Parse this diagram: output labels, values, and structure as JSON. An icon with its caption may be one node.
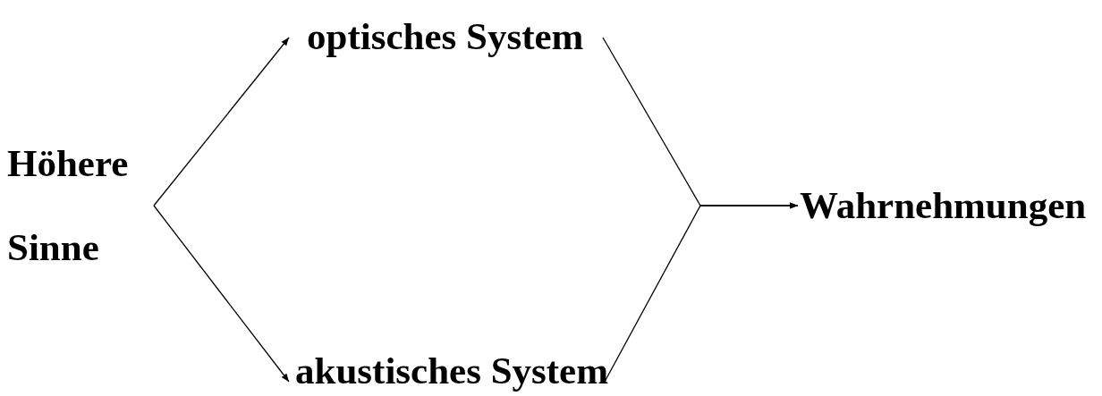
{
  "diagram": {
    "nodes": [
      {
        "text": [
          "Höhere Sinne"
        ]
      },
      {
        "text": [
          "optisches System"
        ]
      },
      {
        "text": [
          "akustisches System"
        ]
      },
      {
        "text": [
          "Wahrnehmungen"
        ]
      }
    ],
    "edges": [
      {
        "from": 0,
        "to": 1,
        "arrow": "to"
      },
      {
        "from": 0,
        "to": 2,
        "arrow": "to"
      },
      {
        "from": 1,
        "to": 3,
        "arrow": "to"
      },
      {
        "from": 2,
        "to": 3,
        "arrow": "to"
      }
    ]
  }
}
